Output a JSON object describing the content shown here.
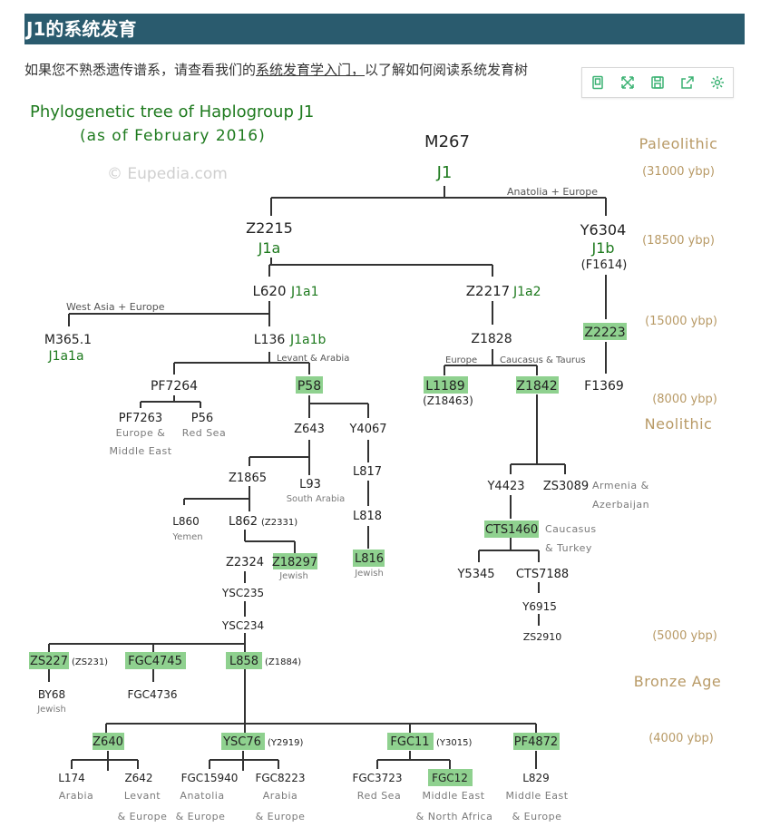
{
  "heading": "J1的系统发育",
  "intro": {
    "before": "如果您不熟悉遗传谱系，请查看我们的",
    "link": "系统发育学入门，",
    "after": "以了解如何阅读系统发育树"
  },
  "toolbar": {
    "icons": [
      "bookmark-icon",
      "expand-icon",
      "save-icon",
      "share-icon",
      "settings-icon"
    ],
    "accent_color": "#3bb273"
  },
  "tree": {
    "title_line1": "Phylogenetic tree of Haplogroup J1",
    "title_line2": "(as of February 2016)",
    "watermark": "© Eupedia.com",
    "colors": {
      "title": "#1e7a1e",
      "haplo": "#1e7a1e",
      "period": "#b89a66",
      "highlight": "#8fd18f",
      "note": "#7a7a7a",
      "line": "#333333"
    },
    "time_labels": {
      "paleolithic": "Paleolithic",
      "ybp_31000": "(31000 ybp)",
      "ybp_18500": "(18500 ybp)",
      "ybp_15000": "(15000 ybp)",
      "ybp_8000": "(8000 ybp)",
      "neolithic": "Neolithic",
      "ybp_5000": "(5000 ybp)",
      "bronze_age": "Bronze Age",
      "ybp_4000": "(4000 ybp)"
    },
    "branch_notes": {
      "anatolia_europe": "Anatolia + Europe",
      "west_asia_europe": "West Asia + Europe",
      "levant_arabia": "Levant & Arabia",
      "europe": "Europe",
      "caucasus_taurus": "Caucasus & Taurus"
    },
    "nodes": {
      "M267": "M267",
      "J1": "J1",
      "Z2215": "Z2215",
      "J1a": "J1a",
      "Y6304": "Y6304",
      "J1b": "J1b",
      "F1614": "(F1614)",
      "L620": "L620",
      "J1a1": "J1a1",
      "Z2217": "Z2217",
      "J1a2": "J1a2",
      "M365_1": "M365.1",
      "J1a1a": "J1a1a",
      "L136": "L136",
      "J1a1b": "J1a1b",
      "Z1828": "Z1828",
      "Z2223": "Z2223",
      "PF7264": "PF7264",
      "P58": "P58",
      "L1189": "L1189",
      "Z18463": "(Z18463)",
      "Z1842": "Z1842",
      "F1369": "F1369",
      "PF7263": "PF7263",
      "PF7263_geo1": "Europe &",
      "PF7263_geo2": "Middle East",
      "P56": "P56",
      "P56_geo": "Red Sea",
      "Z643": "Z643",
      "Y4067": "Y4067",
      "Z1865": "Z1865",
      "L93": "L93",
      "L93_geo": "South Arabia",
      "L817": "L817",
      "Y4423": "Y4423",
      "ZS3089": "ZS3089",
      "ZS3089_geo1": "Armenia &",
      "ZS3089_geo2": "Azerbaijan",
      "L860": "L860",
      "L860_geo": "Yemen",
      "L862": "L862",
      "Z2331": "(Z2331)",
      "L818": "L818",
      "CTS1460": "CTS1460",
      "CTS1460_geo1": "Caucasus",
      "CTS1460_geo2": "& Turkey",
      "Z2324": "Z2324",
      "Z18297": "Z18297",
      "Z18297_geo": "Jewish",
      "L816": "L816",
      "L816_geo": "Jewish",
      "Y5345": "Y5345",
      "CTS7188": "CTS7188",
      "YSC235": "YSC235",
      "Y6915": "Y6915",
      "YSC234": "YSC234",
      "ZS2910": "ZS2910",
      "ZS227": "ZS227",
      "ZS231": "(ZS231)",
      "FGC4745": "FGC4745",
      "L858": "L858",
      "Z1884": "(Z1884)",
      "BY68": "BY68",
      "BY68_geo": "Jewish",
      "FGC4736": "FGC4736",
      "Z640": "Z640",
      "YSC76": "YSC76",
      "Y2919": "(Y2919)",
      "FGC11": "FGC11",
      "Y3015": "(Y3015)",
      "PF4872": "PF4872",
      "L174": "L174",
      "L174_geo": "Arabia",
      "Z642": "Z642",
      "Z642_geo1": "Levant",
      "Z642_geo2": "& Europe",
      "FGC15940": "FGC15940",
      "FGC15940_geo1": "Anatolia",
      "FGC15940_geo2": "& Europe",
      "FGC8223": "FGC8223",
      "FGC8223_geo1": "Arabia",
      "FGC8223_geo2": "& Europe",
      "FGC3723": "FGC3723",
      "FGC3723_geo": "Red Sea",
      "FGC12": "FGC12",
      "FGC12_geo1": "Middle East",
      "FGC12_geo2": "& North Africa",
      "L829": "L829",
      "L829_geo1": "Middle East",
      "L829_geo2": "& Europe"
    }
  }
}
